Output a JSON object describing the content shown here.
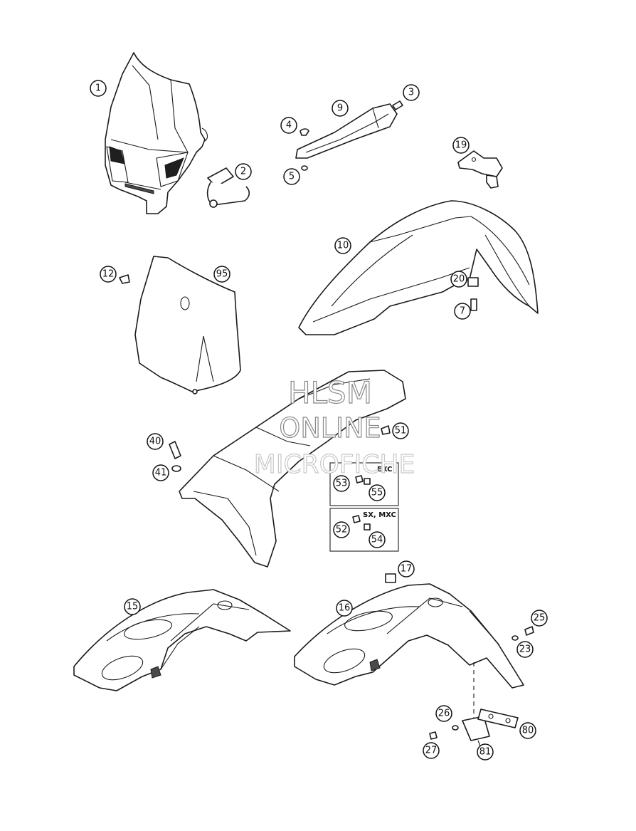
{
  "callouts": [
    {
      "label": "1"
    },
    {
      "label": "2"
    },
    {
      "label": "3"
    },
    {
      "label": "4"
    },
    {
      "label": "5"
    },
    {
      "label": "9"
    },
    {
      "label": "19"
    },
    {
      "label": "10"
    },
    {
      "label": "12"
    },
    {
      "label": "95"
    },
    {
      "label": "20"
    },
    {
      "label": "7"
    },
    {
      "label": "51"
    },
    {
      "label": "40"
    },
    {
      "label": "41"
    },
    {
      "label": "53"
    },
    {
      "label": "55"
    },
    {
      "label": "52"
    },
    {
      "label": "54"
    },
    {
      "label": "17"
    },
    {
      "label": "15"
    },
    {
      "label": "16"
    },
    {
      "label": "25"
    },
    {
      "label": "23"
    },
    {
      "label": "26"
    },
    {
      "label": "80"
    },
    {
      "label": "27"
    },
    {
      "label": "81"
    }
  ],
  "variants": {
    "exc": "EXC",
    "sx_mxc": "SX, MXC"
  },
  "watermark": {
    "line1": "HLSM",
    "line2": "ONLINE",
    "line3": "MICROFICHE"
  }
}
